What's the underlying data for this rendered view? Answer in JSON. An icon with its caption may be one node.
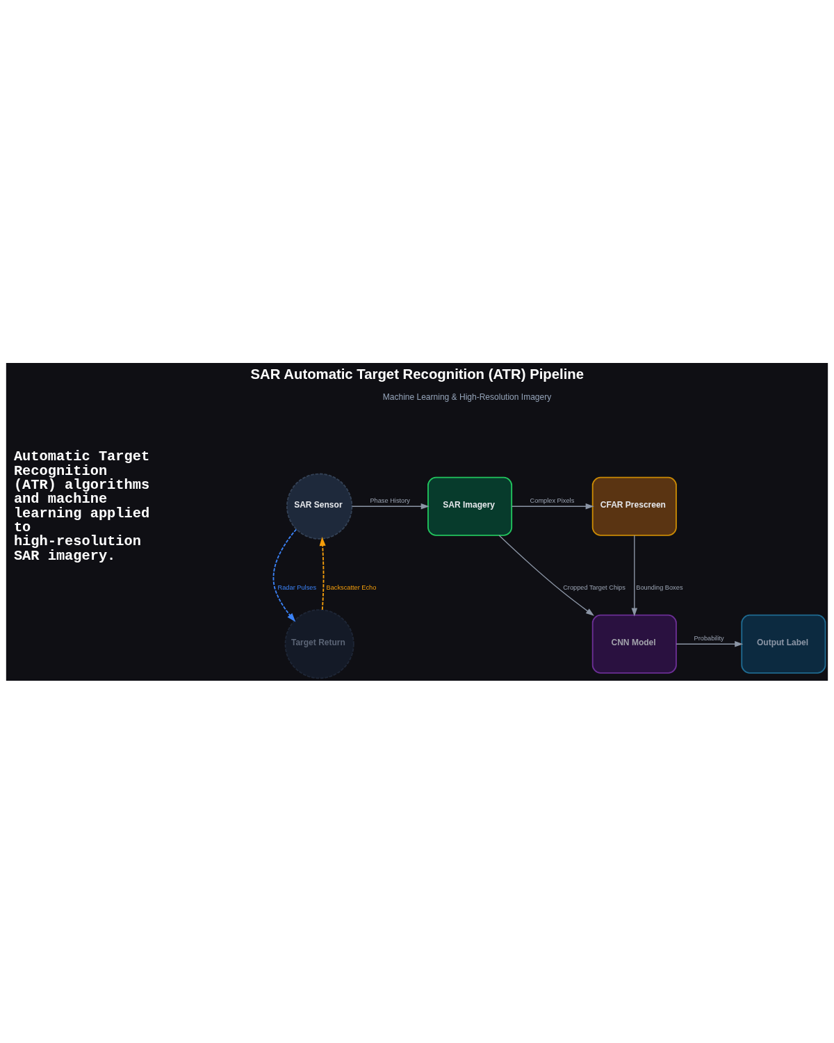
{
  "diagram": {
    "title": "SAR Automatic Target Recognition (ATR) Pipeline",
    "nodes": [
      {
        "text": [
          "SAR Sensor"
        ]
      },
      {
        "text": [
          "SAR Imagery"
        ]
      },
      {
        "text": [
          "CFAR Prescreen"
        ]
      },
      {
        "text": [
          "CNN Model"
        ]
      },
      {
        "text": [
          "Output Label"
        ]
      },
      {
        "text": [
          "Target Return"
        ]
      }
    ],
    "edges": [
      {
        "from": 0,
        "to": 1,
        "arrow": "to",
        "label": "Phase History"
      },
      {
        "from": 1,
        "to": 2,
        "arrow": "to",
        "label": "Complex Pixels"
      },
      {
        "from": 2,
        "to": 3,
        "arrow": "to",
        "label": "Bounding Boxes"
      },
      {
        "from": 1,
        "to": 3,
        "arrow": "to",
        "label": "Cropped Target Chips"
      },
      {
        "from": 3,
        "to": 4,
        "arrow": "to",
        "label": "Probability"
      },
      {
        "from": 0,
        "to": 5,
        "arrow": "to",
        "label": "Radar Pulses",
        "style": "dashed",
        "color": "#3b82f6"
      },
      {
        "from": 5,
        "to": 0,
        "arrow": "to",
        "label": "Backscatter Echo",
        "style": "dashed",
        "color": "#f59e0b"
      }
    ],
    "labels": [
      "Machine Learning & High-Resolution Imagery",
      "Automatic Target Recognition (ATR) algorithms and machine learning applied to high-resolution SAR imagery."
    ]
  }
}
